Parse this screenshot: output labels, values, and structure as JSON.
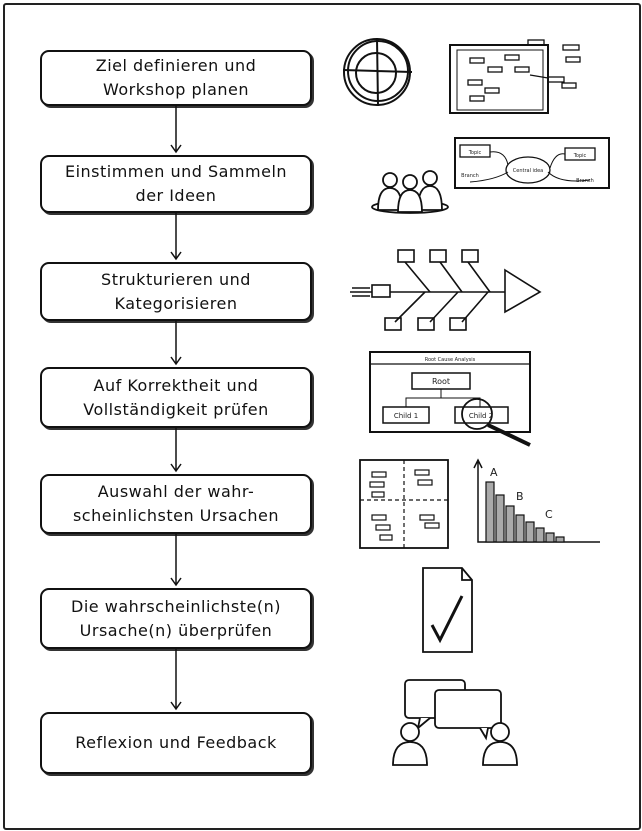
{
  "steps": [
    {
      "line1": "Ziel definieren und",
      "line2": "Workshop planen"
    },
    {
      "line1": "Einstimmen und Sammeln",
      "line2": "der Ideen"
    },
    {
      "line1": "Strukturieren und",
      "line2": "Kategorisieren"
    },
    {
      "line1": "Auf Korrektheit und",
      "line2": "Vollständigkeit prüfen"
    },
    {
      "line1": "Auswahl der wahr-",
      "line2": "scheinlichsten Ursachen"
    },
    {
      "line1": "Die wahrscheinlichste(n)",
      "line2": "Ursache(n) überprüfen"
    },
    {
      "line1": "Reflexion und Feedback",
      "line2": ""
    }
  ],
  "mindmap": {
    "topic_left": "Topic",
    "topic_right": "Topic",
    "center": "Central idea",
    "branch_left": "Branch",
    "branch_right": "Branch"
  },
  "root_cause": {
    "title": "Root Cause Analysis",
    "root": "Root",
    "child1": "Child 1",
    "child2": "Child 2"
  },
  "pareto": {
    "label_a": "A",
    "label_b": "B",
    "label_c": "C"
  }
}
